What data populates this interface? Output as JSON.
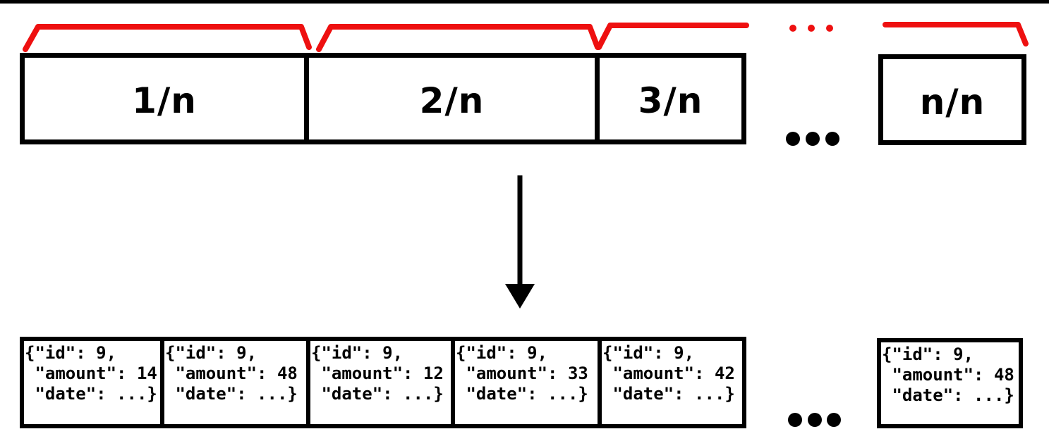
{
  "colors": {
    "accent_red": "#ee1010",
    "ink": "#000000",
    "background": "#ffffff"
  },
  "top_row": {
    "chunks": [
      {
        "label": "1/n"
      },
      {
        "label": "2/n"
      },
      {
        "label": "3/n"
      },
      {
        "label": "n/n"
      }
    ],
    "continuation_dots": "..."
  },
  "bottom_row": {
    "records": [
      {
        "text": "{\"id\": 9,\n \"amount\": 14\n \"date\": ...}"
      },
      {
        "text": "{\"id\": 9,\n \"amount\": 48\n \"date\": ...}"
      },
      {
        "text": "{\"id\": 9,\n \"amount\": 12\n \"date\": ...}"
      },
      {
        "text": "{\"id\": 9,\n \"amount\": 33\n \"date\": ...}"
      },
      {
        "text": "{\"id\": 9,\n \"amount\": 42\n \"date\": ...}"
      },
      {
        "text": "{\"id\": 9,\n \"amount\": 48\n \"date\": ...}"
      }
    ],
    "continuation_dots": "..."
  }
}
